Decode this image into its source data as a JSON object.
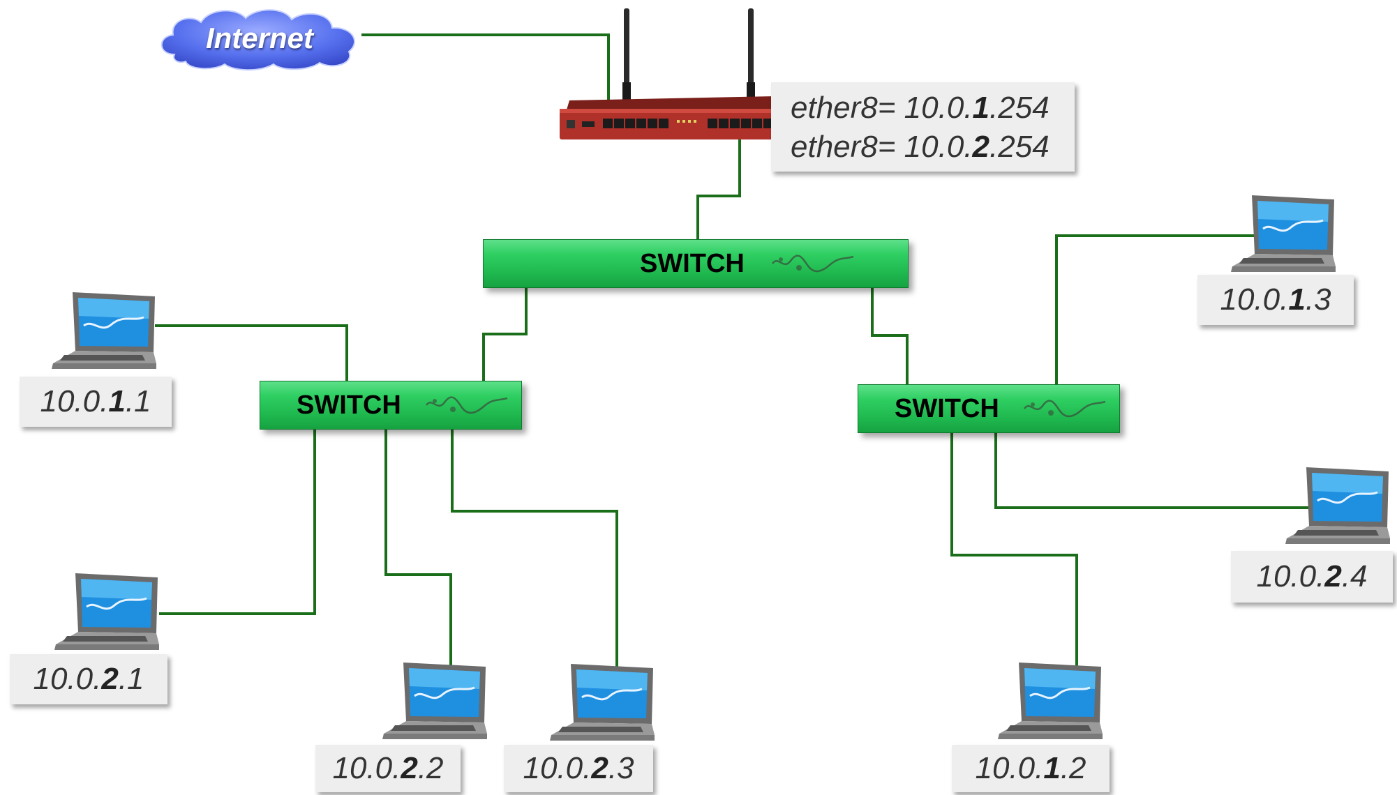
{
  "internet": {
    "label": "Internet"
  },
  "router": {
    "ports": [
      {
        "prefix": "ether8= 10.0.",
        "octet": "1",
        "suffix": ".254"
      },
      {
        "prefix": "ether8= 10.0.",
        "octet": "2",
        "suffix": ".254"
      }
    ]
  },
  "switches": {
    "top": {
      "label": "SWITCH"
    },
    "left": {
      "label": "SWITCH"
    },
    "right": {
      "label": "SWITCH"
    }
  },
  "hosts": [
    {
      "prefix": "10.0.",
      "octet": "1",
      "suffix": ".1"
    },
    {
      "prefix": "10.0.",
      "octet": "2",
      "suffix": ".1"
    },
    {
      "prefix": "10.0.",
      "octet": "2",
      "suffix": ".2"
    },
    {
      "prefix": "10.0.",
      "octet": "2",
      "suffix": ".3"
    },
    {
      "prefix": "10.0.",
      "octet": "1",
      "suffix": ".2"
    },
    {
      "prefix": "10.0.",
      "octet": "1",
      "suffix": ".3"
    },
    {
      "prefix": "10.0.",
      "octet": "2",
      "suffix": ".4"
    }
  ],
  "colors": {
    "wire": "#1a6e1a",
    "switch": "#2fcf62",
    "router": "#b0302a",
    "cloud": "#4a63e8"
  }
}
